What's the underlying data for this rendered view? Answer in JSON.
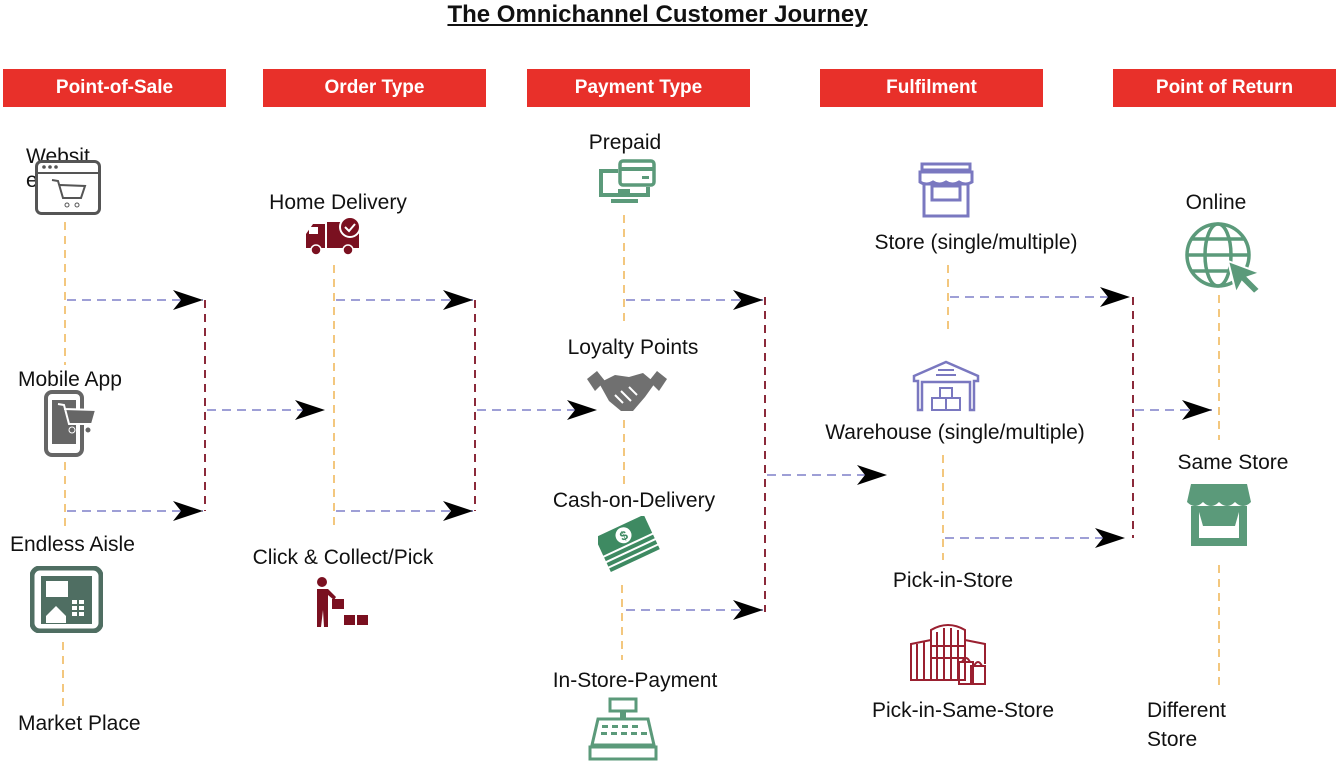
{
  "title": "The Omnichannel Customer Journey",
  "colors": {
    "header_bg": "#e8302a",
    "header_text": "#ffffff",
    "vertical_connector": "#f3c77e",
    "horizontal_connector": "#9e9fd6",
    "merge_connector": "#8b2a3a",
    "arrowhead": "#000000",
    "green_icon": "#5b9a7a",
    "purple_icon": "#7a78c0",
    "maroon_icon": "#7a1020",
    "gray_icon": "#6b6b6b"
  },
  "columns": [
    {
      "header": "Point-of-Sale",
      "items": [
        {
          "label": "Website",
          "icon": "browser-cart-icon"
        },
        {
          "label": "Mobile App",
          "icon": "mobile-cart-icon"
        },
        {
          "label": "Endless Aisle",
          "icon": "kiosk-icon"
        },
        {
          "label": "Market Place",
          "icon": ""
        }
      ]
    },
    {
      "header": "Order Type",
      "items": [
        {
          "label": "Home Delivery",
          "icon": "delivery-truck-icon"
        },
        {
          "label": "Click & Collect/Pick",
          "icon": "person-boxes-icon"
        }
      ]
    },
    {
      "header": "Payment Type",
      "items": [
        {
          "label": "Prepaid",
          "icon": "monitor-card-icon"
        },
        {
          "label": "Loyalty Points",
          "icon": "handshake-icon"
        },
        {
          "label": "Cash-on-Delivery",
          "icon": "cash-stack-icon"
        },
        {
          "label": "In-Store-Payment",
          "icon": "cash-register-icon"
        }
      ]
    },
    {
      "header": "Fulfilment",
      "items": [
        {
          "label": "Store (single/multiple)",
          "icon": "storefront-icon"
        },
        {
          "label": "Warehouse (single/multiple)",
          "icon": "warehouse-icon"
        },
        {
          "label": "Pick-in-Store",
          "icon": ""
        },
        {
          "label": "Pick-in-Same-Store",
          "icon": "mall-building-icon"
        }
      ]
    },
    {
      "header": "Point of Return",
      "items": [
        {
          "label": "Online",
          "icon": "globe-cursor-icon"
        },
        {
          "label": "Same Store",
          "icon": "shop-awning-icon"
        },
        {
          "label": "Different Store",
          "icon": ""
        }
      ]
    }
  ]
}
